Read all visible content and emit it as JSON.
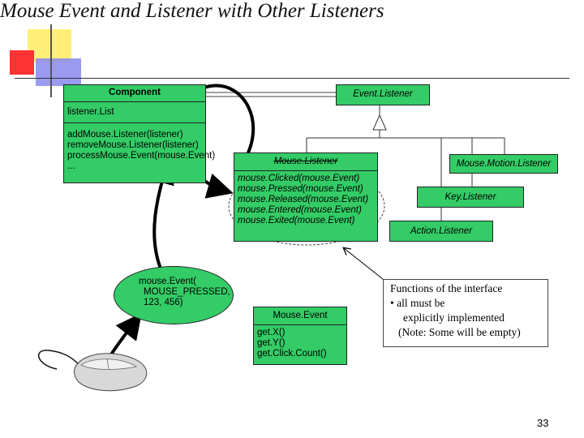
{
  "title": "Mouse Event and Listener with Other Listeners",
  "component": {
    "name": "Component",
    "attributes": [
      "listener.List"
    ],
    "methods": [
      "addMouse.Listener(listener)",
      "removeMouse.Listener(listener)",
      "processMouse.Event(mouse.Event)",
      "..."
    ]
  },
  "event_listener": {
    "name": "Event.Listener"
  },
  "mouse_listener": {
    "name": "Mouse.Listener",
    "methods": [
      "mouse.Clicked(mouse.Event)",
      "mouse.Pressed(mouse.Event)",
      "mouse.Released(mouse.Event)",
      "mouse.Entered(mouse.Event)",
      "mouse.Exited(mouse.Event)"
    ]
  },
  "mouse_motion_listener": {
    "name": "Mouse.Motion.Listener"
  },
  "key_listener": {
    "name": "Key.Listener"
  },
  "action_listener": {
    "name": "Action.Listener"
  },
  "mouse_event": {
    "name": "Mouse.Event",
    "methods": [
      "get.X()",
      "get.Y()",
      "get.Click.Count()"
    ]
  },
  "event_instance": {
    "lines": [
      "mouse.Event(",
      "MOUSE_PRESSED,",
      "123, 456)"
    ]
  },
  "note": {
    "lines": [
      "Functions of the interface",
      "• all must be",
      "explicitly implemented",
      "(Note: Some will be empty)"
    ]
  },
  "page_number": "33",
  "colors": {
    "box_fill": "#33cc66",
    "accent_yellow": "#ffee77",
    "accent_red": "#ff3333",
    "accent_blue": "#8888ee"
  }
}
